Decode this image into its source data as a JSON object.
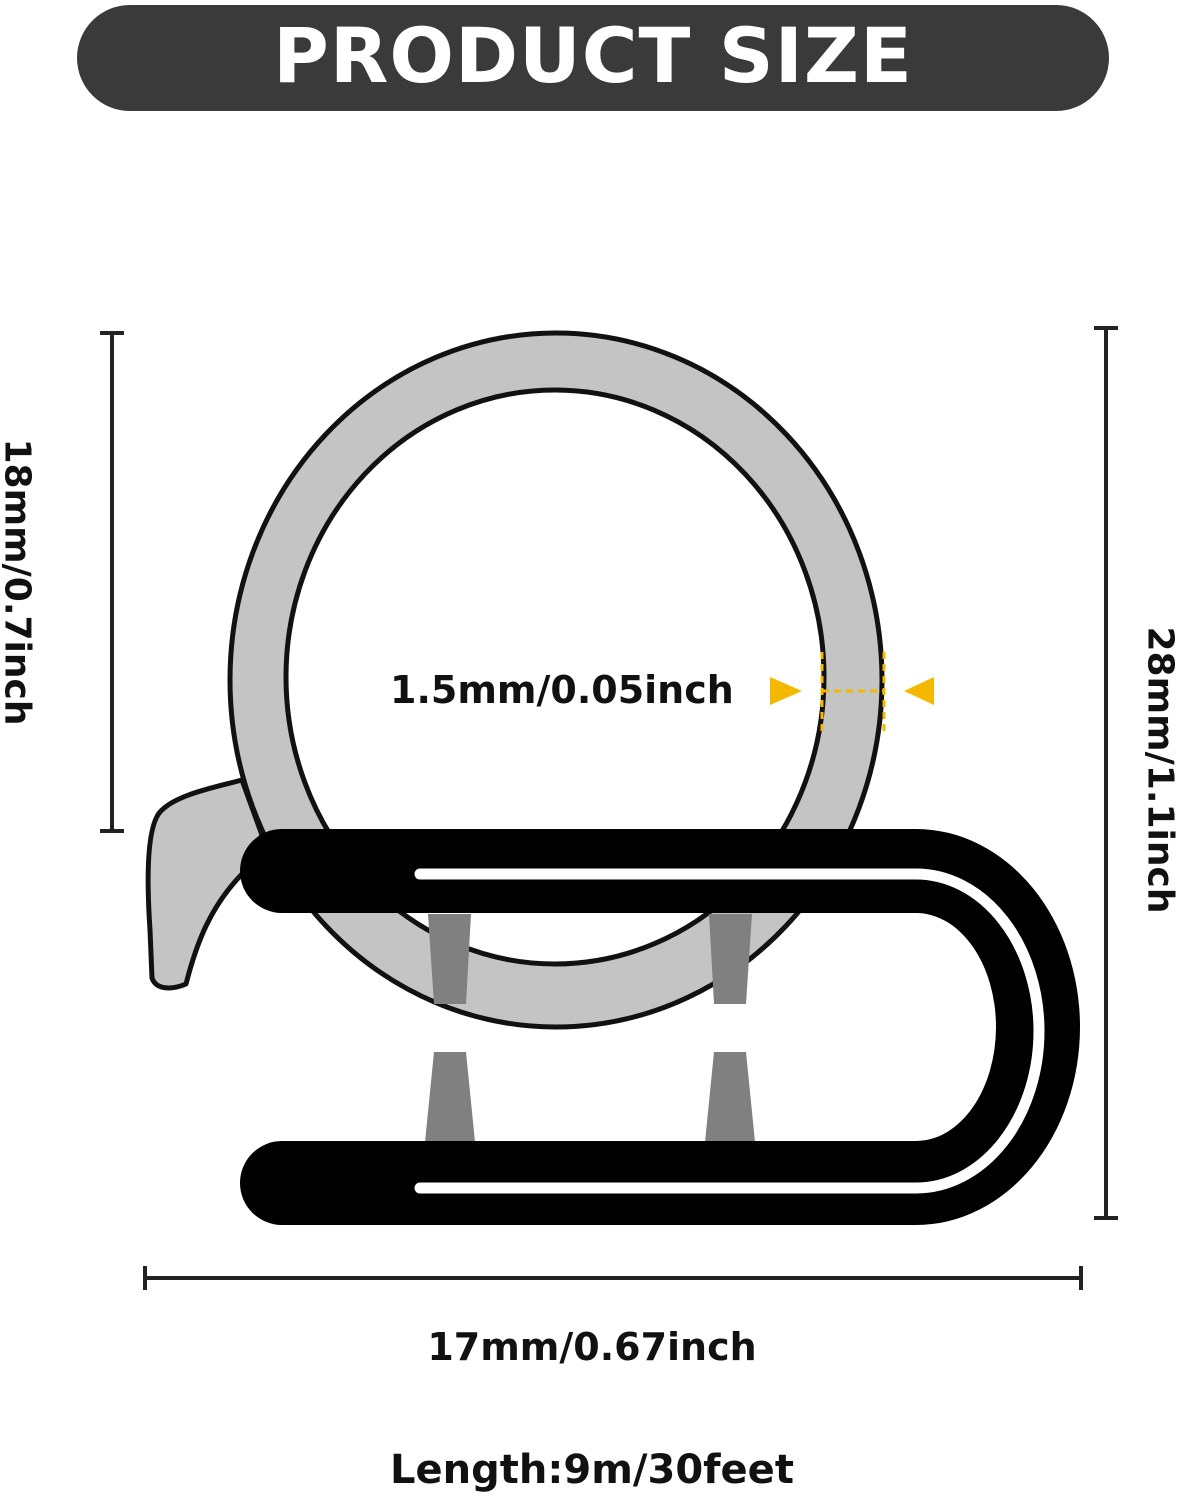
{
  "banner": {
    "title": "PRODUCT SIZE",
    "background": "#3a3a3a",
    "text_color": "#ffffff"
  },
  "dimensions": {
    "height_small": "18mm/0.7inch",
    "height_total": "28mm/1.1inch",
    "wall_thickness": "1.5mm/0.05inch",
    "width": "17mm/0.67inch",
    "length": "Length:9m/30feet"
  },
  "colors": {
    "bulb_fill": "#c4c4c4",
    "outline": "#111111",
    "clip_fill": "#000000",
    "inner_fin": "#808080",
    "marker": "#f5b800"
  }
}
